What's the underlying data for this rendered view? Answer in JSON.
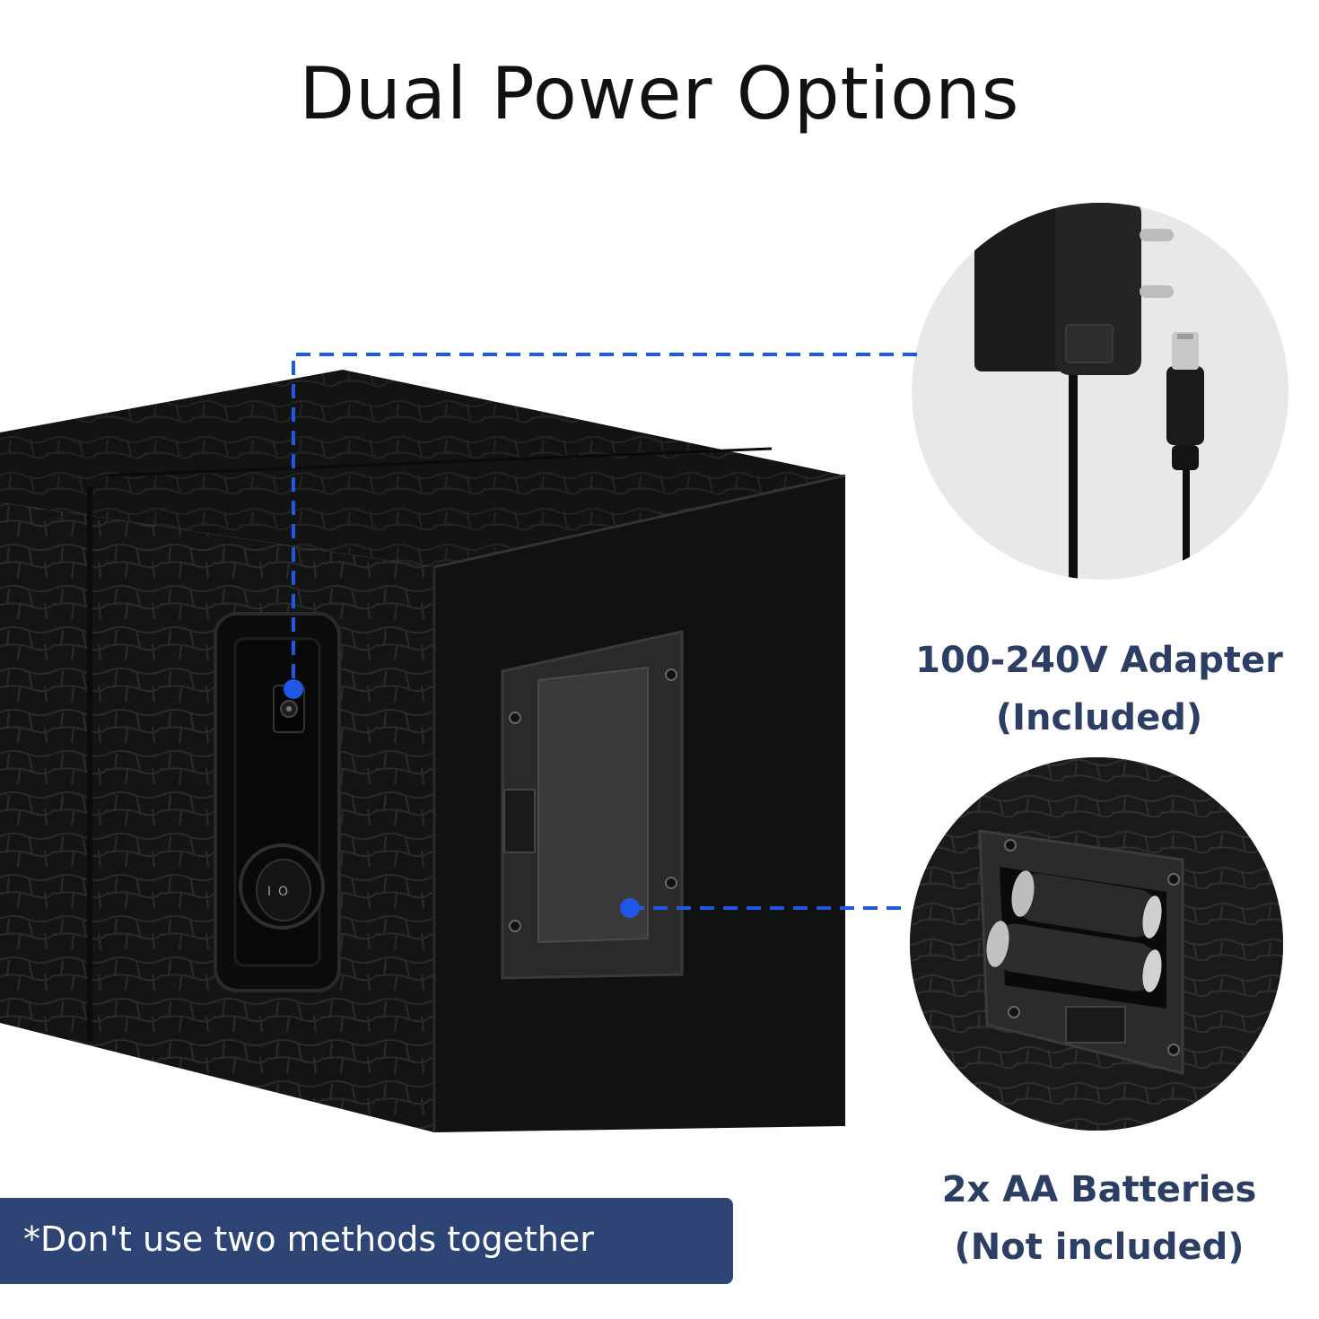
{
  "title": "Dual Power Options",
  "adapter": {
    "line1": "100-240V Adapter",
    "line2": "(Included)"
  },
  "batteries": {
    "line1": "2x AA Batteries",
    "line2": "(Not included)"
  },
  "warning": "*Don't use two methods together",
  "switch_marks": {
    "on": "I",
    "off": "O"
  },
  "colors": {
    "accent_blue": "#1f57e6",
    "label_navy": "#2c3e64",
    "banner": "#2e4474"
  }
}
